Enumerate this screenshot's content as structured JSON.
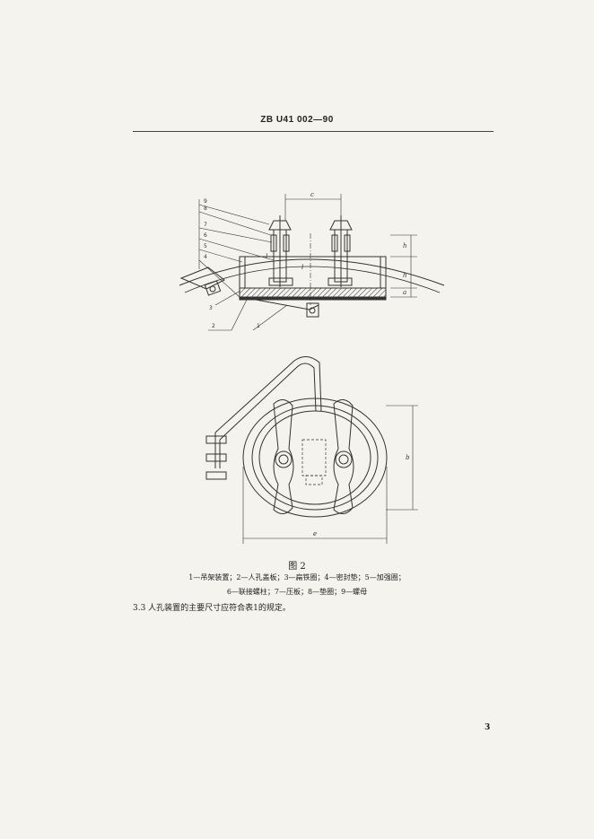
{
  "header": {
    "standard_code": "ZB U41 002—90"
  },
  "figure": {
    "title": "图 2",
    "legend_line1": "1—吊架装置；2—人孔盖板；3—扁铁圈；4—密封垫；5—加强圈；",
    "legend_line2": "6—联接螺柱；7—压板；8—垫圈；9—螺母",
    "callouts": [
      "9",
      "8",
      "7",
      "6",
      "5",
      "4",
      "3",
      "2",
      "1"
    ],
    "dimension_labels": {
      "c": "c",
      "h1": "h",
      "h2": "h",
      "a": "a",
      "l1": "l",
      "l2": "l",
      "b": "b",
      "e": "e"
    }
  },
  "clause": {
    "text": "3.3  人孔装置的主要尺寸应符合表1的规定。"
  },
  "page_number": "3"
}
